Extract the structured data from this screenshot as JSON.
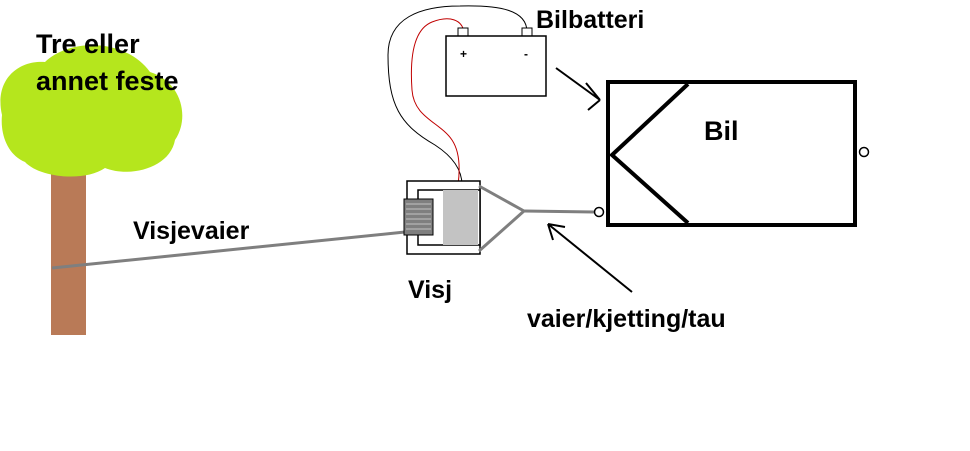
{
  "labels": {
    "anchor_line1": "Tre eller",
    "anchor_line2": "annet feste",
    "winch_cable": "Visjevaier",
    "winch": "Visj",
    "battery": "Bilbatteri",
    "car": "Bil",
    "connector": "vaier/kjetting/tau"
  },
  "battery_terminals": {
    "positive": "+",
    "negative": "-"
  },
  "colors": {
    "foliage": "#b5e61d",
    "trunk": "#b97a57",
    "cable": "#7f7f7f",
    "winch_body": "#c3c3c3",
    "winch_drum": "#7f7f7f",
    "positive_wire": "#c00000",
    "negative_wire": "#000000",
    "outline": "#000000"
  }
}
